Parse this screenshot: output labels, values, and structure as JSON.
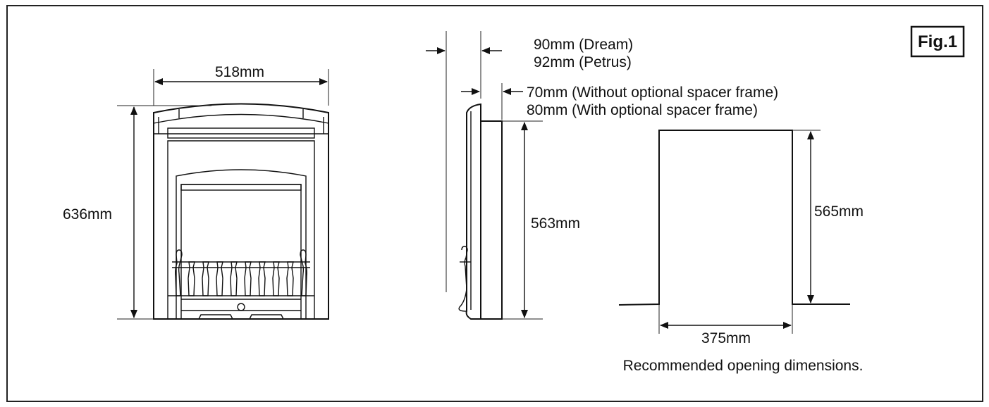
{
  "figure_label": "Fig.1",
  "front_view": {
    "width_label": "518mm",
    "height_label": "636mm"
  },
  "side_view": {
    "depth_labels": [
      "90mm (Dream)",
      "92mm (Petrus)"
    ],
    "spacer_labels": [
      "70mm (Without optional spacer frame)",
      "80mm (With optional spacer frame)"
    ],
    "height_label": "563mm"
  },
  "opening": {
    "height_label": "565mm",
    "width_label": "375mm",
    "caption": "Recommended opening dimensions."
  }
}
